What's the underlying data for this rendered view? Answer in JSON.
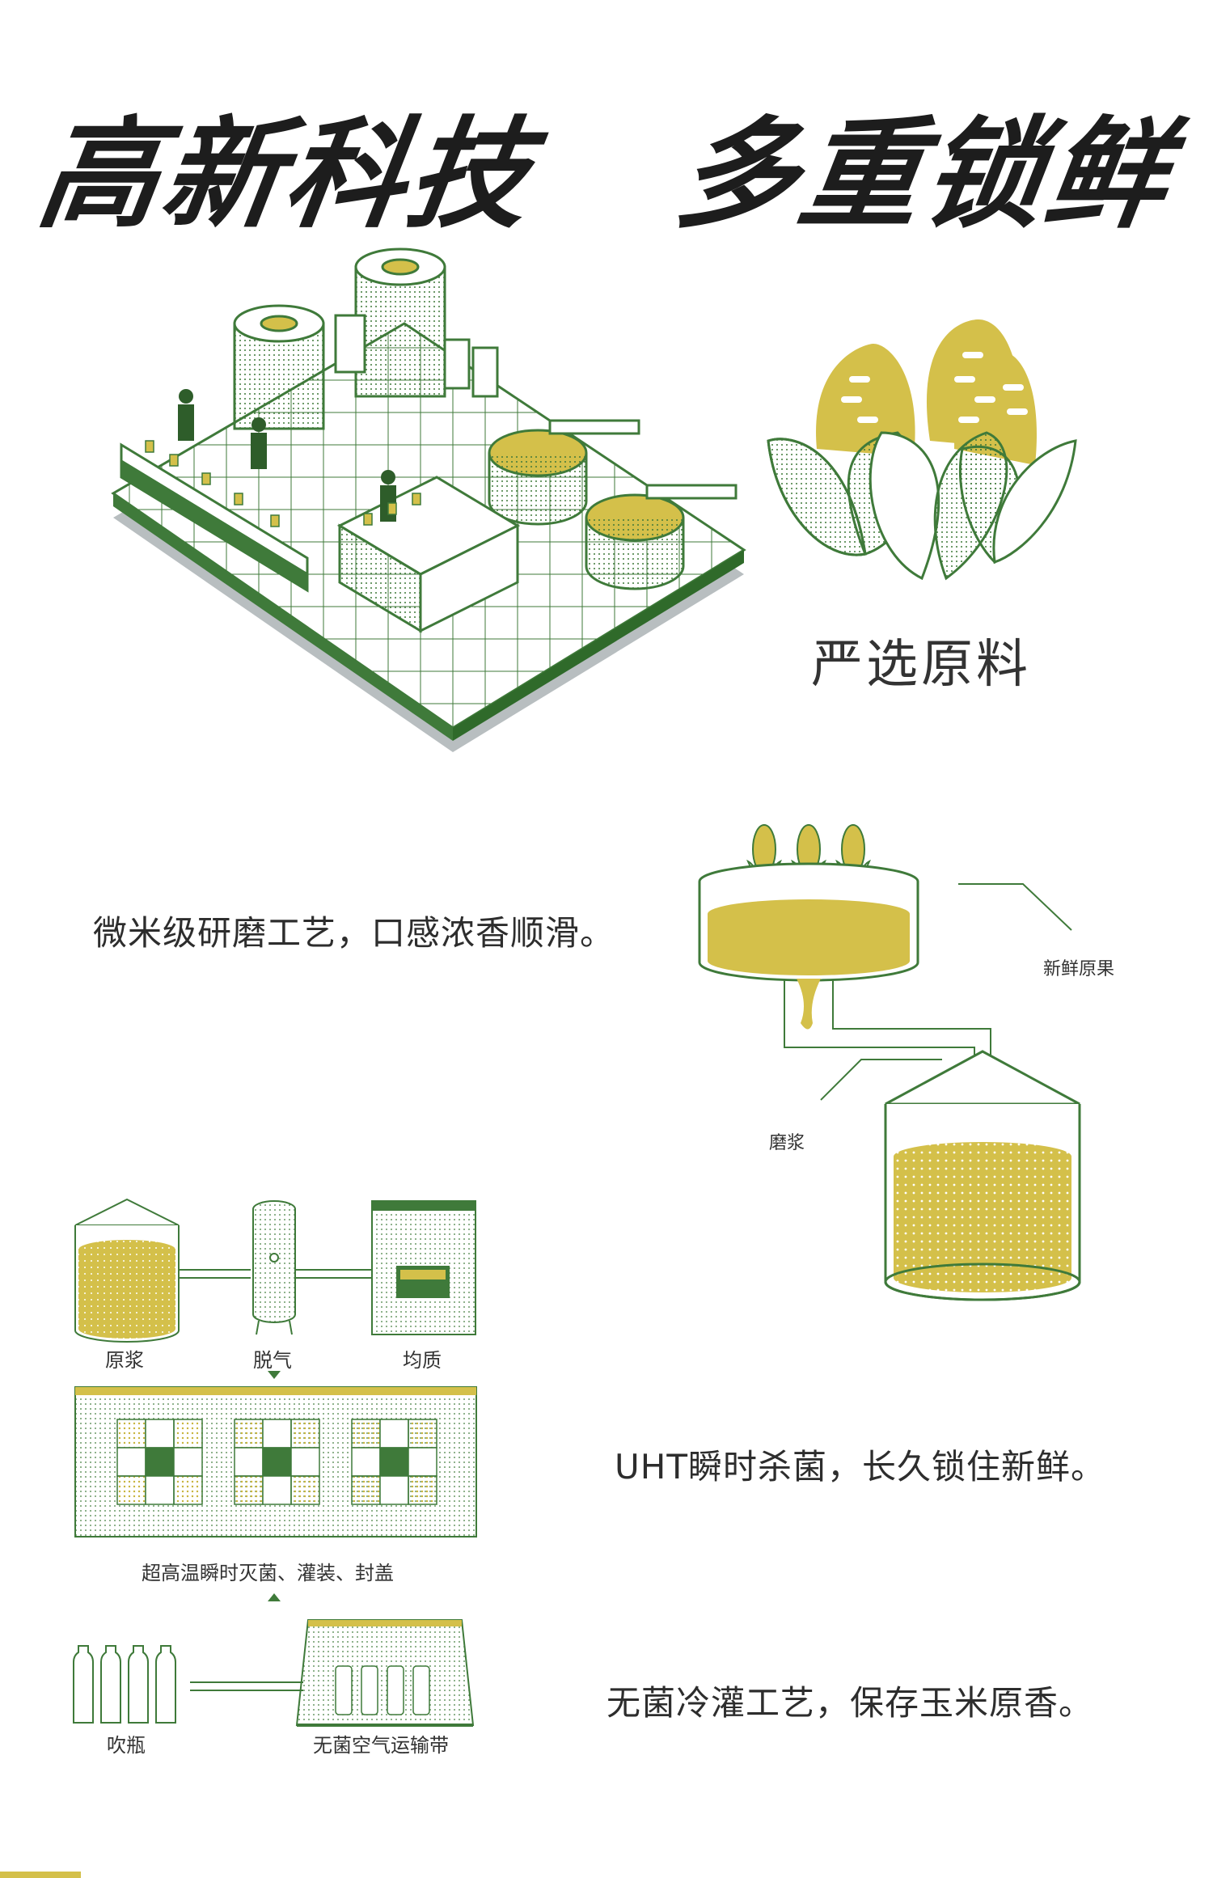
{
  "headline": {
    "left": "高新科技",
    "right": "多重锁鲜"
  },
  "section_raw": {
    "caption": "严选原料"
  },
  "section_grind": {
    "text": "微米级研磨工艺，口感浓香顺滑。",
    "label_fresh": "新鲜原果",
    "label_grind": "磨浆"
  },
  "section_uht": {
    "text": "UHT瞬时杀菌，长久锁住新鲜。",
    "label_raw": "原浆",
    "label_degas": "脱气",
    "label_homog": "均质",
    "label_sterilize": "超高温瞬时灭菌、灌装、封盖"
  },
  "section_cold": {
    "text": "无菌冷灌工艺，保存玉米原香。",
    "label_blow": "吹瓶",
    "label_conveyor": "无菌空气运输带"
  },
  "colors": {
    "green": "#3f7a3a",
    "yellow": "#d4c04a",
    "gray": "#b8bec0"
  },
  "icons": [
    "factory-illustration",
    "corn-icon",
    "grinder-tank-icon",
    "storage-tank-icon",
    "bottle-icon"
  ]
}
